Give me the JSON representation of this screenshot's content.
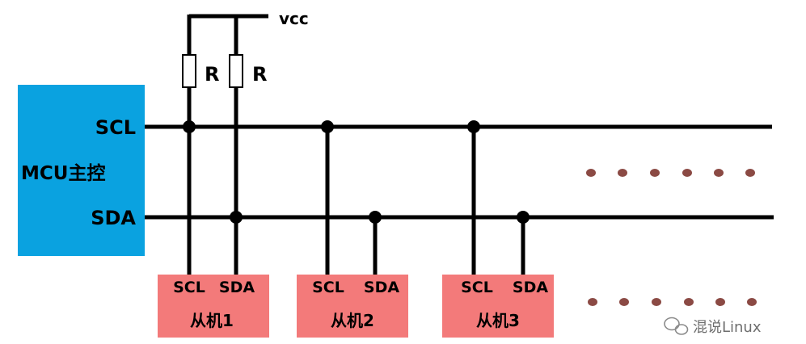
{
  "vcc_label": "vcc",
  "resistor_labels": [
    "R",
    "R"
  ],
  "mcu": {
    "title": "MCU主控",
    "scl": "SCL",
    "sda": "SDA",
    "color": "#0aa2e0"
  },
  "slaves": [
    {
      "name": "从机1",
      "scl": "SCL",
      "sda": "SDA"
    },
    {
      "name": "从机2",
      "scl": "SCL",
      "sda": "SDA"
    },
    {
      "name": "从机3",
      "scl": "SCL",
      "sda": "SDA"
    }
  ],
  "slave_color": "#f37a7a",
  "dot_color": "#8b4a44",
  "watermark": "混说Linux"
}
